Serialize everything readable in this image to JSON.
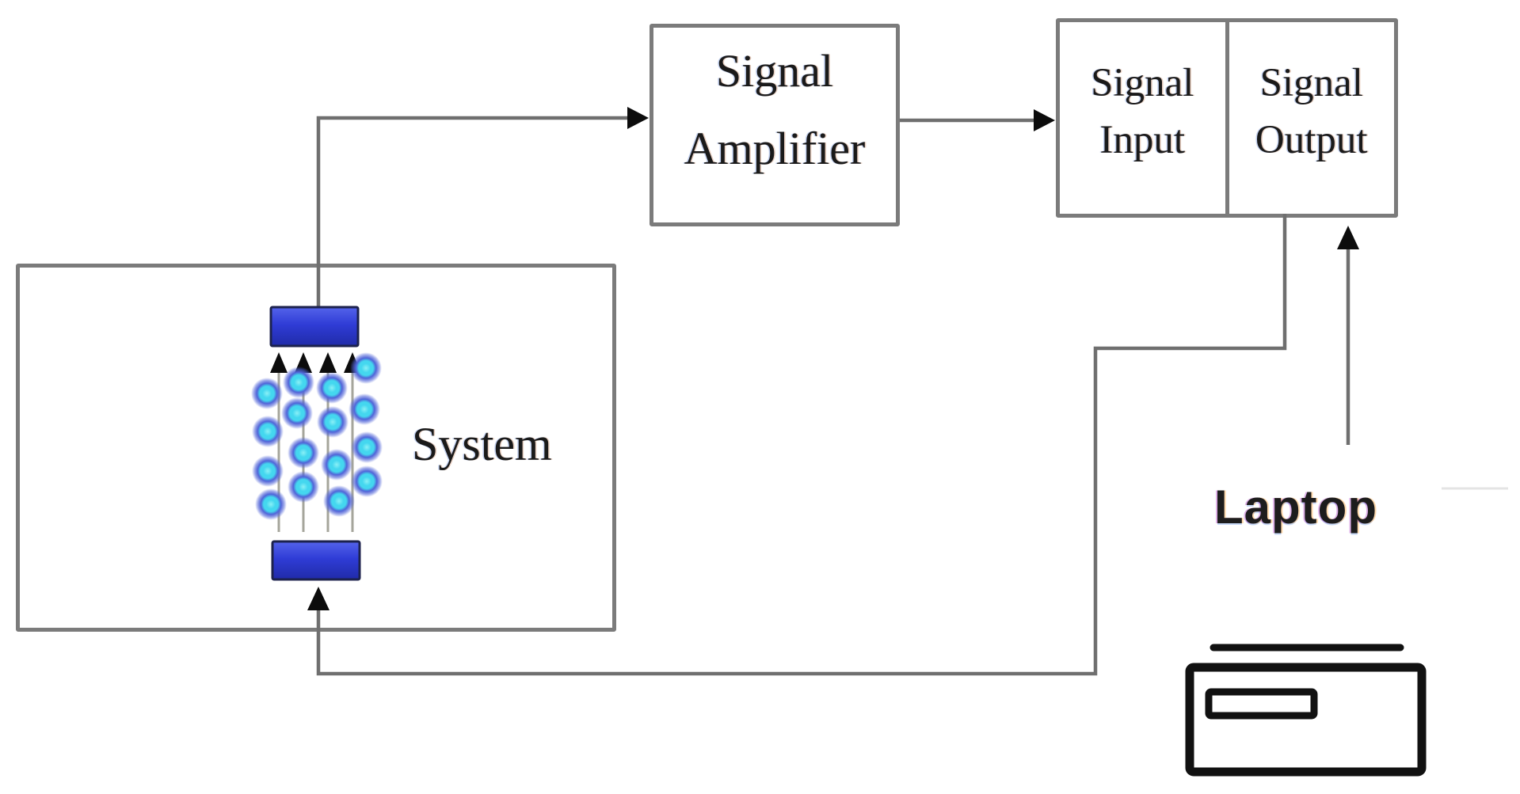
{
  "diagram": {
    "nodes": {
      "system": {
        "label": "System"
      },
      "amplifier": {
        "label": "Signal\nAmplifier"
      },
      "signal_input": {
        "label": "Signal\nInput"
      },
      "signal_output": {
        "label": "Signal\nOutput"
      },
      "laptop": {
        "label": "Laptop"
      }
    },
    "edges": [
      {
        "from": "System (top electrode)",
        "to": "Signal Amplifier",
        "style": "arrow"
      },
      {
        "from": "Signal Amplifier",
        "to": "Signal Input",
        "style": "arrow"
      },
      {
        "from": "Signal Output",
        "to": "System (bottom electrode)",
        "style": "arrow-feedback"
      },
      {
        "from": "Laptop",
        "to": "Signal Output",
        "style": "arrow"
      },
      {
        "from": "wires",
        "to": "top electrode",
        "style": "four small up arrows"
      }
    ],
    "colors": {
      "connector_gray": "#6f6f6f",
      "box_border_gray": "#7b7b7b",
      "arrow_black": "#0c0c0c",
      "electrode_blue_light": "#5463ea",
      "electrode_blue": "#2f3cd6",
      "electrode_blue_dark": "#202ba8",
      "electrode_border": "#1c224d",
      "bead_core": "#44d7ef",
      "bead_ring": "#5064d8",
      "wire_gray": "#a5a59b",
      "laptop_ink": "#111111",
      "text_ink": "#1a1a1a",
      "faint_line": "#e4e4e4"
    }
  }
}
